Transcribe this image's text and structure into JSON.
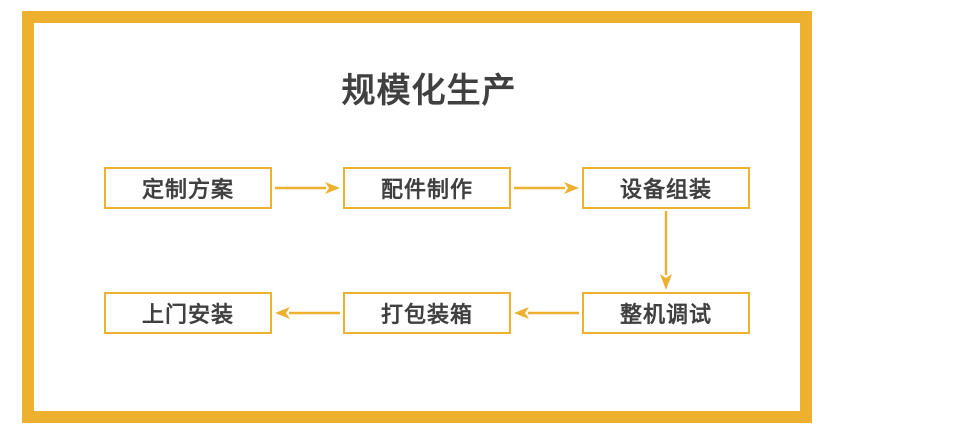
{
  "frame": {
    "accent_color": "#edb02f",
    "background_color": "#ffffff"
  },
  "header": {
    "title": "规模化生产",
    "title_color": "#404040"
  },
  "chart_data": {
    "type": "diagram",
    "subtype": "process-flowchart",
    "title": "规模化生产",
    "node_count": 6,
    "flow_direction": "serpentine-left-to-right-then-right-to-left",
    "nodes": [
      {
        "id": "node-0",
        "label": "定制方案",
        "row": 1,
        "col": 1
      },
      {
        "id": "node-1",
        "label": "配件制作",
        "row": 1,
        "col": 2
      },
      {
        "id": "node-2",
        "label": "设备组装",
        "row": 1,
        "col": 3
      },
      {
        "id": "node-3",
        "label": "整机调试",
        "row": 2,
        "col": 3
      },
      {
        "id": "node-4",
        "label": "打包装箱",
        "row": 2,
        "col": 2
      },
      {
        "id": "node-5",
        "label": "上门安装",
        "row": 2,
        "col": 1
      }
    ],
    "edges": [
      {
        "id": "arrow-0",
        "from": "node-0",
        "to": "node-1",
        "direction": "right"
      },
      {
        "id": "arrow-1",
        "from": "node-1",
        "to": "node-2",
        "direction": "right"
      },
      {
        "id": "arrow-2",
        "from": "node-2",
        "to": "node-3",
        "direction": "down"
      },
      {
        "id": "arrow-3",
        "from": "node-3",
        "to": "node-4",
        "direction": "left"
      },
      {
        "id": "arrow-4",
        "from": "node-4",
        "to": "node-5",
        "direction": "left"
      }
    ],
    "node_border_color": "#edb02f",
    "node_text_color": "#404040",
    "edge_color": "#edb02f"
  }
}
